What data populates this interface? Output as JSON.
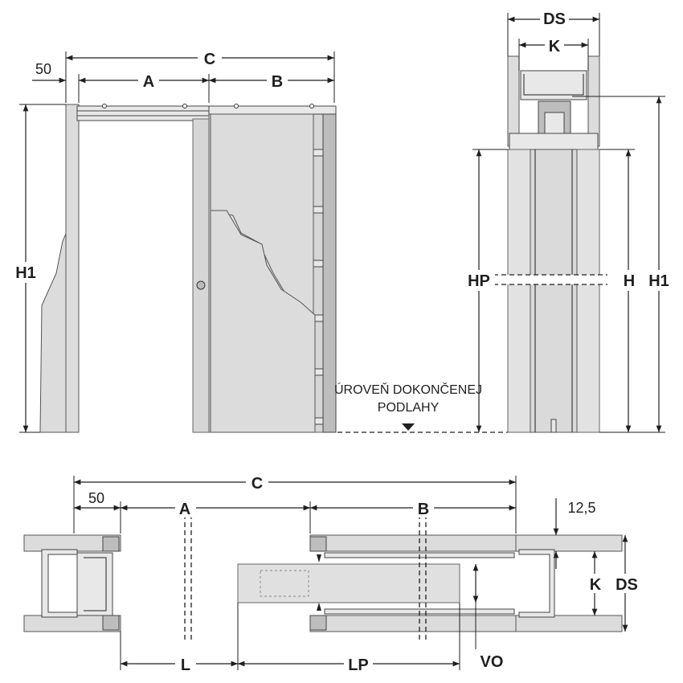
{
  "colors": {
    "ink": "#1f1f1f",
    "wall": "#dcdcdc",
    "panel": "#d6d6d6",
    "metal": "#e8e8e8"
  },
  "elevation": {
    "dim_50": "50",
    "dim_A": "A",
    "dim_B": "B",
    "dim_C": "C",
    "dim_H1": "H1",
    "floor_line1": "ÚROVEŇ DOKONČENEJ",
    "floor_line2": "PODLAHY"
  },
  "section": {
    "dim_DS": "DS",
    "dim_K": "K",
    "dim_HP": "HP",
    "dim_H": "H",
    "dim_H1": "H1"
  },
  "plan": {
    "dim_C": "C",
    "dim_50": "50",
    "dim_A": "A",
    "dim_B": "B",
    "dim_12_5": "12,5",
    "dim_K": "K",
    "dim_DS": "DS",
    "dim_L": "L",
    "dim_LP": "LP",
    "dim_VO": "VO"
  }
}
